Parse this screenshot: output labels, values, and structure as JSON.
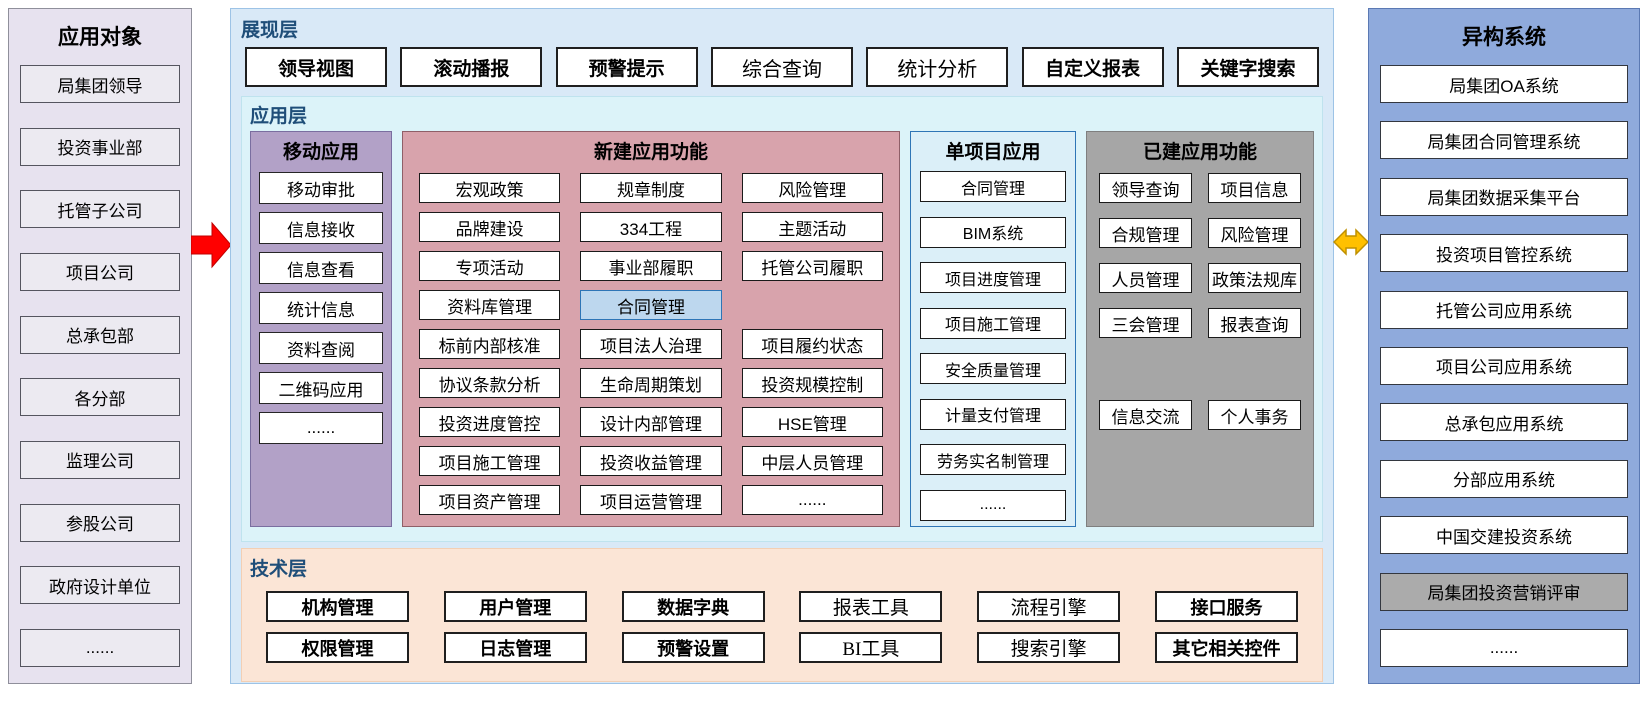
{
  "left_panel": {
    "title": "应用对象",
    "items": [
      "局集团领导",
      "投资事业部",
      "托管子公司",
      "项目公司",
      "总承包部",
      "各分部",
      "监理公司",
      "参股公司",
      "政府设计单位",
      "......"
    ]
  },
  "presentation_layer": {
    "title": "展现层",
    "items": [
      "领导视图",
      "滚动播报",
      "预警提示",
      "综合查询",
      "统计分析",
      "自定义报表",
      "关键字搜索"
    ]
  },
  "application_layer": {
    "title": "应用层",
    "mobile": {
      "title": "移动应用",
      "items": [
        "移动审批",
        "信息接收",
        "信息查看",
        "统计信息",
        "资料查阅",
        "二维码应用",
        "......"
      ]
    },
    "new_functions": {
      "title": "新建应用功能",
      "col1": [
        "宏观政策",
        "品牌建设",
        "专项活动",
        "资料库管理",
        "标前内部核准",
        "协议条款分析",
        "投资进度管控",
        "项目施工管理",
        "项目资产管理"
      ],
      "col2": [
        "规章制度",
        "334工程",
        "事业部履职",
        "合同管理",
        "项目法人治理",
        "生命周期策划",
        "设计内部管理",
        "投资收益管理",
        "项目运营管理"
      ],
      "col3": [
        "风险管理",
        "主题活动",
        "托管公司履职",
        "",
        "项目履约状态",
        "投资规模控制",
        "HSE管理",
        "中层人员管理",
        "......"
      ]
    },
    "single_project": {
      "title": "单项目应用",
      "items": [
        "合同管理",
        "BIM系统",
        "项目进度管理",
        "项目施工管理",
        "安全质量管理",
        "计量支付管理",
        "劳务实名制管理",
        "......"
      ]
    },
    "built_functions": {
      "title": "已建应用功能",
      "rows": [
        [
          "领导查询",
          "项目信息"
        ],
        [
          "合规管理",
          "风险管理"
        ],
        [
          "人员管理",
          "政策法规库"
        ],
        [
          "三会管理",
          "报表查询"
        ],
        [
          "信息交流",
          "个人事务"
        ]
      ]
    }
  },
  "technology_layer": {
    "title": "技术层",
    "row1": [
      "机构管理",
      "用户管理",
      "数据字典",
      "报表工具",
      "流程引擎",
      "接口服务"
    ],
    "row2": [
      "权限管理",
      "日志管理",
      "预警设置",
      "BI工具",
      "搜索引擎",
      "其它相关控件"
    ]
  },
  "right_panel": {
    "title": "异构系统",
    "items": [
      "局集团OA系统",
      "局集团合同管理系统",
      "局集团数据采集平台",
      "投资项目管控系统",
      "托管公司应用系统",
      "项目公司应用系统",
      "总承包应用系统",
      "分部应用系统",
      "中国交建投资系统",
      "局集团投资营销评审",
      "......"
    ]
  },
  "icons": {
    "flow_arrow": "red-right-arrow",
    "sync_arrow": "orange-double-arrow"
  },
  "colors": {
    "highlight_box": "#BDD7EE",
    "red_arrow": "#FF0000",
    "yellow_arrow": "#FFC000",
    "mobile_panel": "#B2A1C7",
    "new_functions_panel": "#D8A3AC",
    "built_functions_panel": "#A6A6A6",
    "right_panel": "#8FAADC"
  }
}
